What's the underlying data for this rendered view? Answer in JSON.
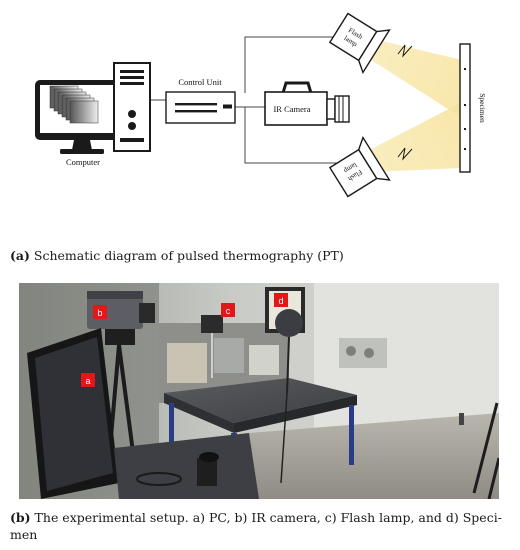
{
  "diagram": {
    "computer_label": "Computer",
    "control_unit_label": "Control Unit",
    "ir_camera_label": "IR Camera",
    "flash_lamp_label_1": "Flash",
    "flash_lamp_label_2": "lamp",
    "specimen_label": "Specimen"
  },
  "captions": {
    "a_tag": "(a)",
    "a_text": " Schematic diagram of pulsed thermography (PT)",
    "b_tag": "(b)",
    "b_text": " The experimental setup. a) PC, b) IR camera, c) Flash lamp, and d) Speci-men"
  },
  "photo_labels": {
    "pc": "a",
    "camera": "b",
    "flash": "c",
    "specimen": "d"
  },
  "colors": {
    "beam": "#f7e9a6",
    "photo_label_bg": "#e01818"
  }
}
